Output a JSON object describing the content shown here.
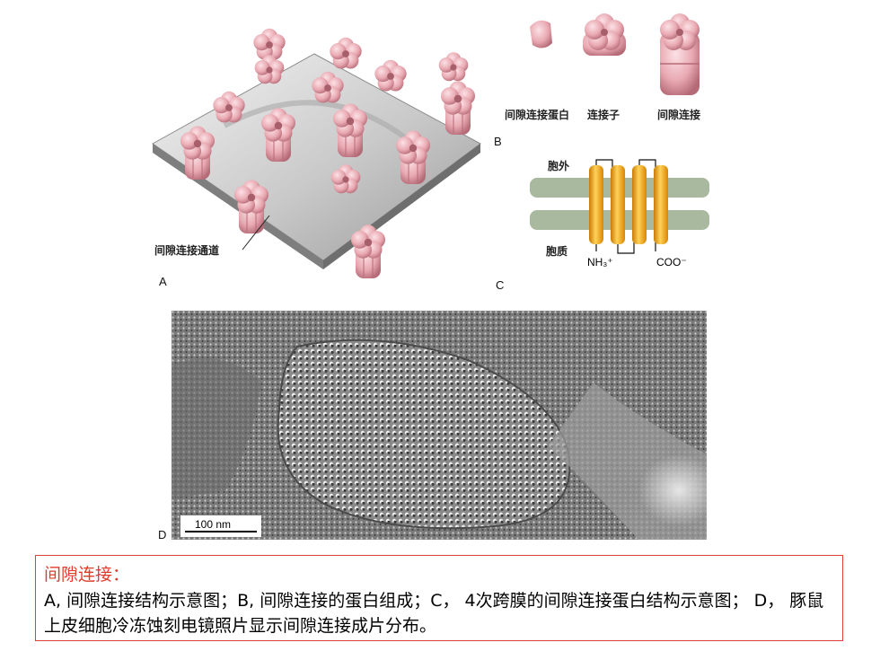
{
  "figure": {
    "panel_a": {
      "letter": "A",
      "channel_label": "间隙连接通道"
    },
    "panel_b": {
      "letter": "B",
      "labels": [
        "间隙连接蛋白",
        "连接子",
        "间隙连接"
      ]
    },
    "panel_c": {
      "letter": "C",
      "outside_label": "胞外",
      "inside_label": "胞质",
      "n_terminus": "NH₃⁺",
      "c_terminus": "COO⁻"
    },
    "panel_d": {
      "letter": "D",
      "scale_bar": "100 nm"
    }
  },
  "caption": {
    "title": "间隙连接：",
    "body": "A, 间隙连接结构示意图；B, 间隙连接的蛋白组成；C， 4次跨膜的间隙连接蛋白结构示意图； D， 豚鼠上皮细胞冷冻蚀刻电镜照片显示间隙连接成片分布。"
  },
  "colors": {
    "caption_border": "#e0403a",
    "caption_title": "#e23a2c",
    "connexin_pink": "#e9a9b2",
    "membrane_green": "#a9b9a0",
    "helix_orange": "#f0a21a"
  }
}
